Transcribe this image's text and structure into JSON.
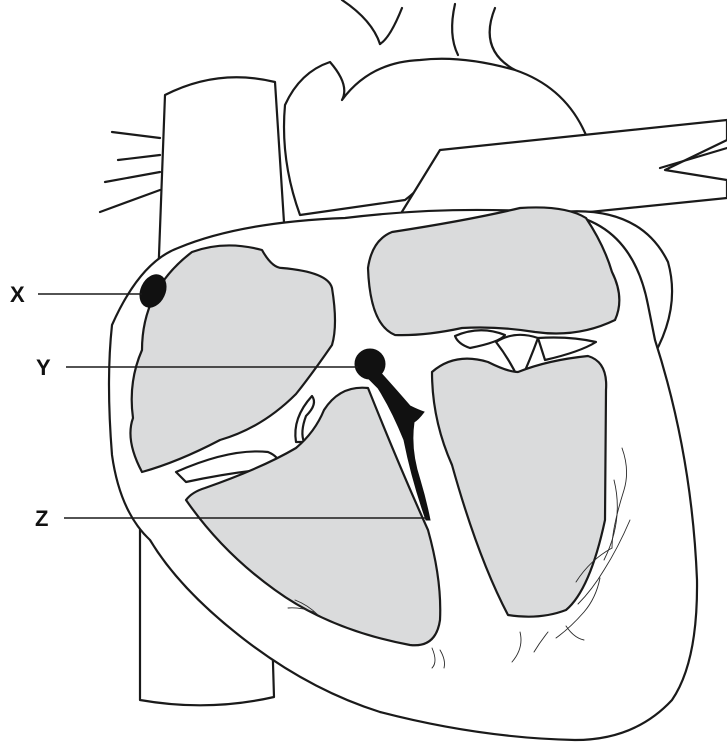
{
  "labels": {
    "x": "X",
    "y": "Y",
    "z": "Z"
  },
  "colors": {
    "outline": "#1a1a1a",
    "chamber_fill": "#dadbdc",
    "node_fill": "#111111",
    "background": "#ffffff"
  }
}
